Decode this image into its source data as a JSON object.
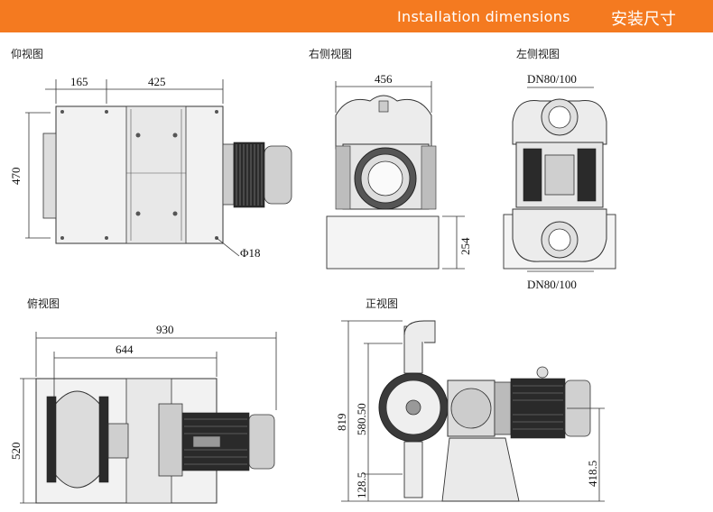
{
  "header": {
    "title_en": "Installation dimensions",
    "title_cn": "安装尺寸"
  },
  "views": {
    "bottom": {
      "label": "仰视图",
      "dim_a": "165",
      "dim_b": "425",
      "dim_height": "470",
      "dim_hole": "Φ18"
    },
    "right": {
      "label": "右侧视图",
      "dim_width": "456",
      "dim_height": "254"
    },
    "left": {
      "label": "左侧视图",
      "port_top": "DN80/100",
      "port_bottom": "DN80/100"
    },
    "top": {
      "label": "俯视图",
      "dim_total": "930",
      "dim_mid": "644",
      "dim_height": "520"
    },
    "front": {
      "label": "正视图",
      "dim_total_h": "819",
      "dim_outlet_h": "580.50",
      "dim_inlet_h": "128.5",
      "dim_motor_h": "418.5"
    }
  }
}
